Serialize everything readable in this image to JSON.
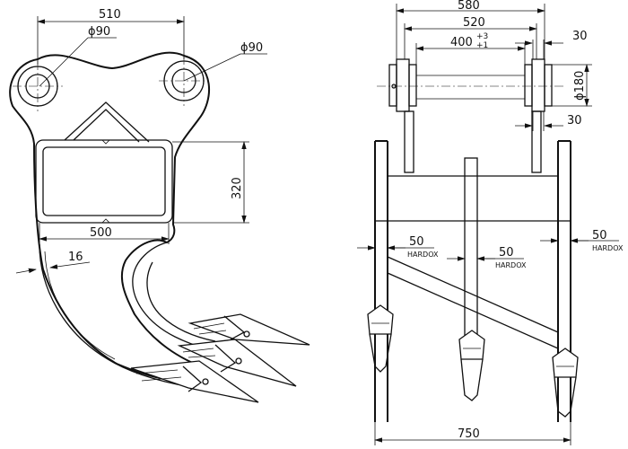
{
  "side_view": {
    "dimensions": {
      "pin_spacing": "510",
      "pin_dia_left": "ϕ90",
      "pin_dia_right": "ϕ90",
      "window_height": "320",
      "window_width": "500",
      "plate_thickness": "16"
    }
  },
  "front_view": {
    "dimensions": {
      "outer_width": "580",
      "inner_width": "520",
      "pin_length": "400",
      "tol_upper": "+3",
      "tol_lower": "+1",
      "boss_top": "30",
      "boss_bottom": "30",
      "pin_dia": "ϕ180",
      "shank_left": "50",
      "shank_left_note": "HARDOX",
      "shank_mid": "50",
      "shank_mid_note": "HARDOX",
      "shank_right": "50",
      "shank_right_note": "HARDOX",
      "overall_width": "750"
    }
  }
}
